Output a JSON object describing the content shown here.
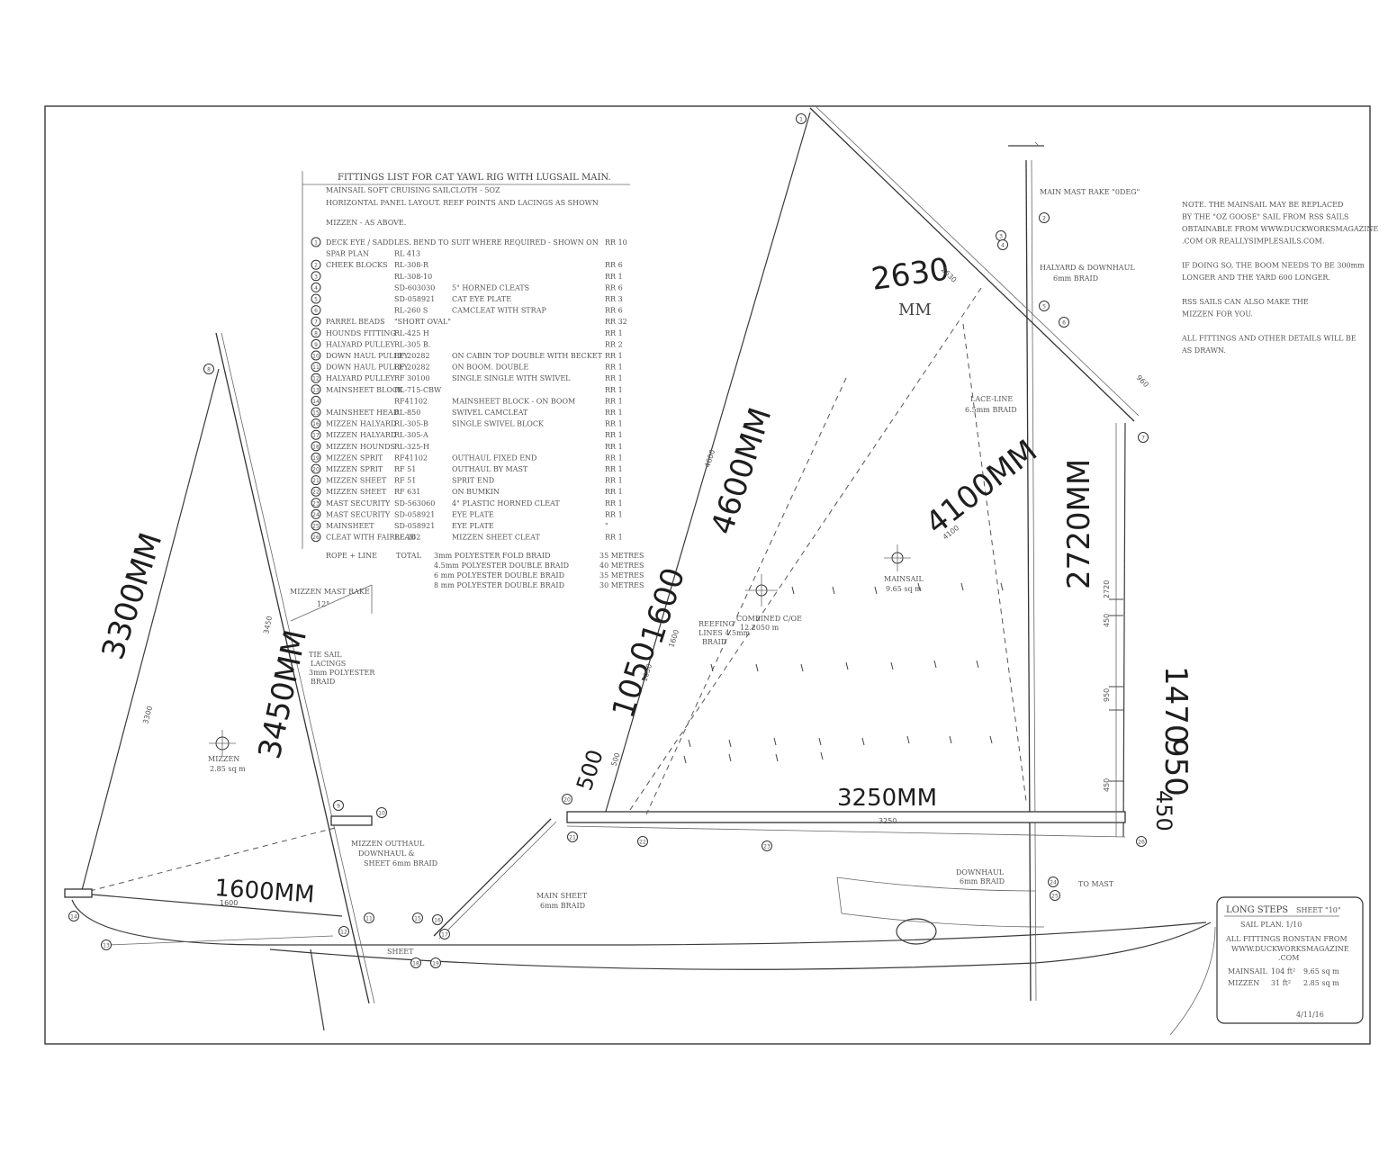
{
  "fittings": {
    "title": "FITTINGS LIST FOR CAT YAWL RIG WITH LUGSAIL MAIN.",
    "mainsail": "MAINSAIL   SOFT CRUISING SAILCLOTH - 5OZ",
    "layout": "HORIZONTAL PANEL LAYOUT.  REEF POINTS AND LACINGS AS SHOWN",
    "mizzen": "MIZZEN - AS ABOVE.",
    "items": [
      {
        "n": "1",
        "name": "DECK EYE / SADDLES.  BEND TO SUIT WHERE REQUIRED - SHOWN ON",
        "part": "",
        "desc": "",
        "qty": "RR 10"
      },
      {
        "n": "",
        "name": "SPAR PLAN",
        "part": "RL 413",
        "desc": "",
        "qty": ""
      },
      {
        "n": "2",
        "name": "CHEEK BLOCKS",
        "part": "RL-308-R",
        "desc": "",
        "qty": "RR 6"
      },
      {
        "n": "3",
        "name": "",
        "part": "RL-308-10",
        "desc": "",
        "qty": "RR 1"
      },
      {
        "n": "4",
        "name": "",
        "part": "SD-603030",
        "desc": "5\" HORNED CLEATS",
        "qty": "RR 6"
      },
      {
        "n": "5",
        "name": "",
        "part": "SD-058921",
        "desc": "CAT EYE PLATE",
        "qty": "RR 3"
      },
      {
        "n": "6",
        "name": "",
        "part": "RL-260 S",
        "desc": "CAMCLEAT WITH STRAP",
        "qty": "RR 6"
      },
      {
        "n": "7",
        "name": "PARREL BEADS",
        "part": "\"SHORT OVAL\"",
        "desc": "",
        "qty": "RR 32"
      },
      {
        "n": "8",
        "name": "HOUNDS FITTING",
        "part": "RL-425 H",
        "desc": "",
        "qty": "RR 1"
      },
      {
        "n": "9",
        "name": "HALYARD PULLEY",
        "part": "RL-305 B.",
        "desc": "",
        "qty": "RR 2"
      },
      {
        "n": "10",
        "name": "DOWN HAUL PULLEY",
        "part": "RF 20282",
        "desc": "ON CABIN TOP   DOUBLE WITH BECKET",
        "qty": "RR 1"
      },
      {
        "n": "11",
        "name": "DOWN HAUL PULLEY",
        "part": "RF 20282",
        "desc": "ON BOOM.   DOUBLE",
        "qty": "RR 1"
      },
      {
        "n": "12",
        "name": "HALYARD PULLEY",
        "part": "RF 30100",
        "desc": "SINGLE   SINGLE WITH SWIVEL",
        "qty": "RR 1"
      },
      {
        "n": "13",
        "name": "MAINSHEET BLOCK",
        "part": "RL-715-CBW",
        "desc": "",
        "qty": "RR 1"
      },
      {
        "n": "14",
        "name": "",
        "part": "RF41102",
        "desc": "MAINSHEET BLOCK - ON BOOM",
        "qty": "RR 1"
      },
      {
        "n": "15",
        "name": "MAINSHEET HEAD",
        "part": "RL-850",
        "desc": "SWIVEL CAMCLEAT",
        "qty": "RR 1"
      },
      {
        "n": "16",
        "name": "MIZZEN HALYARD",
        "part": "RL-305-B",
        "desc": "SINGLE SWIVEL BLOCK",
        "qty": "RR 1"
      },
      {
        "n": "17",
        "name": "MIZZEN HALYARD",
        "part": "RL-305-A",
        "desc": "",
        "qty": "RR 1"
      },
      {
        "n": "18",
        "name": "MIZZEN HOUNDS",
        "part": "RL-325-H",
        "desc": "",
        "qty": "RR 1"
      },
      {
        "n": "19",
        "name": "MIZZEN SPRIT",
        "part": "RF41102",
        "desc": "OUTHAUL FIXED END",
        "qty": "RR 1"
      },
      {
        "n": "20",
        "name": "MIZZEN SPRIT",
        "part": "RF 51",
        "desc": "OUTHAUL BY MAST",
        "qty": "RR 1"
      },
      {
        "n": "21",
        "name": "MIZZEN SHEET",
        "part": "RF 51",
        "desc": "SPRIT END",
        "qty": "RR 1"
      },
      {
        "n": "22",
        "name": "MIZZEN SHEET",
        "part": "RF 631",
        "desc": "ON BUMKIN",
        "qty": "RR 1"
      },
      {
        "n": "23",
        "name": "MAST SECURITY",
        "part": "SD-563060",
        "desc": "4\" PLASTIC HORNED CLEAT",
        "qty": "RR 1"
      },
      {
        "n": "24",
        "name": "MAST SECURITY",
        "part": "SD-058921",
        "desc": "EYE PLATE",
        "qty": "RR 1"
      },
      {
        "n": "25",
        "name": "MAINSHEET",
        "part": "SD-058921",
        "desc": "EYE PLATE",
        "qty": "\""
      },
      {
        "n": "26",
        "name": "CLEAT WITH FAIRLEAD",
        "part": "RL-262",
        "desc": "MIZZEN SHEET CLEAT",
        "qty": "RR 1"
      }
    ],
    "rope_heading": "ROPE + LINE",
    "rope_label": "TOTAL",
    "rope": [
      {
        "desc": "3mm POLYESTER FOLD BRAID",
        "qty": "35 METRES"
      },
      {
        "desc": "4.5mm POLYESTER DOUBLE BRAID",
        "qty": "40 METRES"
      },
      {
        "desc": "6 mm POLYESTER DOUBLE BRAID",
        "qty": "35 METRES"
      },
      {
        "desc": "8 mm POLYESTER DOUBLE BRAID",
        "qty": "30 METRES"
      }
    ]
  },
  "note": {
    "lines": [
      "NOTE. THE MAINSAIL MAY BE REPLACED",
      "BY THE \"OZ GOOSE\" SAIL FROM RSS SAILS",
      "OBTAINABLE FROM WWW.DUCKWORKSMAGAZINE",
      ".COM  OR  REALLYSIMPLESAILS.COM.",
      "",
      "IF DOING SO, THE BOOM NEEDS TO BE 300mm",
      "LONGER AND THE YARD 600 LONGER.",
      "",
      "RSS SAILS CAN ALSO MAKE THE",
      "MIZZEN FOR YOU.",
      "",
      "ALL FITTINGS AND OTHER DETAILS WILL BE",
      "AS DRAWN."
    ]
  },
  "title_block": {
    "project": "LONG STEPS",
    "sheet": "SHEET \"10\"",
    "plan": "SAIL PLAN. 1/10",
    "fittings_line1": "ALL FITTINGS RONSTAN FROM",
    "fittings_line2": "WWW.DUCKWORKSMAGAZINE",
    "fittings_line3": ".COM",
    "mainsail_label": "MAINSAIL",
    "mainsail_area_ft": "104 ft²",
    "mainsail_area_m": "9.65 sq m",
    "mizzen_label": "MIZZEN",
    "mizzen_area_ft": "31 ft²",
    "mizzen_area_m": "2.85 sq m",
    "date": "4/11/16"
  },
  "labels": {
    "main_mast_rake": "MAIN MAST RAKE \"0DEG\"",
    "mizzen_mast_rake": "MIZZEN MAST RAKE",
    "mizzen_mast_rake_value": "12°",
    "halyard_label": "HALYARD & DOWNHAUL",
    "halyard_label2": "6mm BRAID",
    "lacing_label": "LACE-LINE",
    "lacing_label2": "6.5mm BRAID",
    "mainsail_label": "MAINSAIL",
    "mainsail_area": "9.65 sq m",
    "combined_label": "COMBINED C/OE",
    "combined_area": "12.2050 m",
    "reefing_label1": "REEFING",
    "reefing_label2": "LINES 4.5mm",
    "reefing_label3": "BRAID",
    "mizzen_label": "MIZZEN",
    "mizzen_area": "2.85 sq m",
    "mizzen_lacing1": "TIE SAIL",
    "mizzen_lacing2": "LACINGS",
    "mizzen_lacing3": "3mm POLYESTER",
    "mizzen_lacing4": "BRAID",
    "mizzen_outhaul1": "MIZZEN OUTHAUL",
    "mizzen_outhaul2": "DOWNHAUL &",
    "mizzen_outhaul3": "SHEET 6mm BRAID",
    "mainsheet1": "MAIN SHEET",
    "mainsheet2": "6mm BRAID",
    "downhaul1": "DOWNHAUL",
    "downhaul2": "6mm BRAID",
    "to_mast": "TO MAST",
    "sheet_small": "SHEET"
  },
  "dimensions": {
    "d2630": "2630",
    "d2630_unit": "MM",
    "d4600": "4600MM",
    "d4100": "4100MM",
    "d2720": "2720MM",
    "d1600_main": "1600",
    "d1050": "1050",
    "d500": "500",
    "d3250": "3250MM",
    "d1470": "1470",
    "d950": "950",
    "d450": "450",
    "d3300": "3300MM",
    "d3450": "3450MM",
    "d1600_mizzen": "1600MM",
    "small_2630": "2630",
    "small_4600": "4600",
    "small_4100": "4100",
    "small_2720": "2720",
    "small_1600": "1600",
    "small_1050": "1050",
    "small_500": "500",
    "small_3250": "3250",
    "small_450a": "450",
    "small_950": "950",
    "small_450b": "450",
    "small_3300": "3300",
    "small_3450": "3450",
    "small_1600m": "1600",
    "small_960": "960"
  },
  "callouts": [
    "1",
    "2",
    "3",
    "4",
    "5",
    "6",
    "7",
    "8",
    "9",
    "10",
    "11",
    "12",
    "13",
    "14",
    "15",
    "16",
    "17",
    "18",
    "19",
    "20",
    "21",
    "22",
    "23",
    "24",
    "25",
    "26"
  ]
}
